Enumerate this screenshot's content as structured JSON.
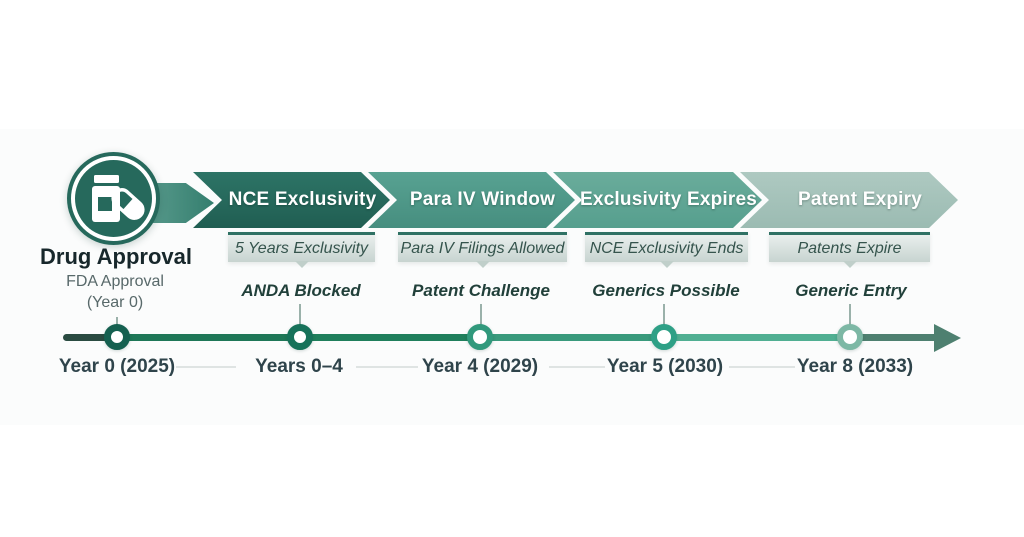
{
  "start": {
    "title": "Drug Approval",
    "subtitle": "FDA Approval",
    "year_note": "(Year 0)"
  },
  "phases": [
    {
      "label": "NCE Exclusivity",
      "tag": "5 Years Exclusivity",
      "event": "ANDA Blocked",
      "color": "#26695c"
    },
    {
      "label": "Para IV Window",
      "tag": "Para IV Filings Allowed",
      "event": "Patent Challenge",
      "color": "#4f9a8b"
    },
    {
      "label": "Exclusivity Expires",
      "tag": "NCE Exclusivity Ends",
      "event": "Generics Possible",
      "color": "#61a695"
    },
    {
      "label": "Patent Expiry",
      "tag": "Patents Expire",
      "event": "Generic Entry",
      "color": "#a6c3bb"
    }
  ],
  "timeline": {
    "labels": [
      "Year 0 (2025)",
      "Years 0–4",
      "Year 4 (2029)",
      "Year 5 (2030)",
      "Year 8 (2033)"
    ],
    "marker_colors": [
      "#156050",
      "#17725a",
      "#31997c",
      "#2ea086",
      "#7db8a5"
    ],
    "segment_colors": [
      "#2a4b41",
      "#1e7757",
      "#1f7f5c",
      "#399a7c",
      "#50af92",
      "#4e8070"
    ],
    "arrow_color": "#4e8070"
  },
  "colors": {
    "accent_dark": "#26695c",
    "tag_border": "#2f7164",
    "tag_background": "#d8e2df",
    "year_label_text": "#2f444b",
    "event_text": "#21403a",
    "background": "#ffffff"
  },
  "icons": {
    "start": "pill-bottle-capsule-icon"
  }
}
